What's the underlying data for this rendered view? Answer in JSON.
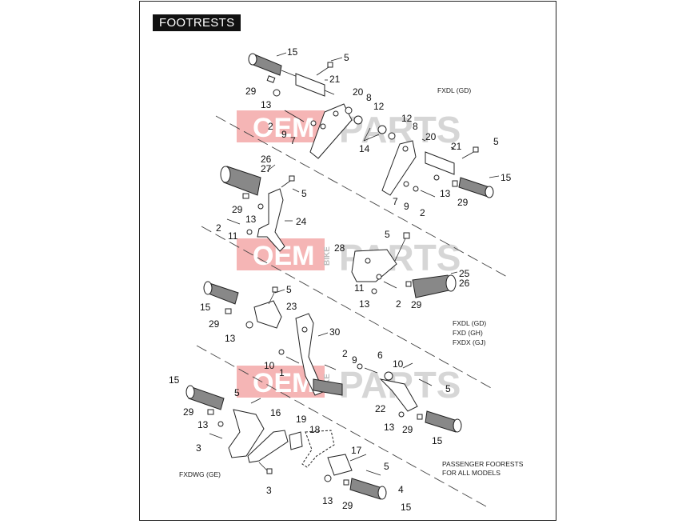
{
  "title": "FOOTRESTS",
  "watermark": {
    "oem": "OEM",
    "bike": "BIKE",
    "parts": "PARTS"
  },
  "notes": {
    "fxdl_gd": "FXDL (GD)",
    "models_l1": "FXDL (GD)",
    "models_l2": "FXD (GH)",
    "models_l3": "FXDX (GJ)",
    "passenger_l1": "PASSENGER FOORESTS",
    "passenger_l2": "FOR ALL MODELS",
    "fxdwg": "FXDWG (GE)"
  },
  "callouts": {
    "c1": "15",
    "c2": "5",
    "c3": "29",
    "c4": "21",
    "c5": "13",
    "c6": "20",
    "c7": "8",
    "c8": "12",
    "c9": "2",
    "c10": "9",
    "c11": "7",
    "c12": "14",
    "c13": "12",
    "c14": "8",
    "c15": "20",
    "c16": "21",
    "c17": "5",
    "c18": "15",
    "c19": "13",
    "c20": "7",
    "c21": "9",
    "c22": "2",
    "c23": "29",
    "c24": "26",
    "c25": "27",
    "c26": "5",
    "c27": "29",
    "c28": "13",
    "c29": "24",
    "c30": "2",
    "c31": "11",
    "c32": "5",
    "c33": "28",
    "c34": "11",
    "c35": "13",
    "c36": "2",
    "c37": "29",
    "c38": "25",
    "c39": "26",
    "c40": "5",
    "c41": "15",
    "c42": "23",
    "c43": "29",
    "c44": "13",
    "c45": "30",
    "c46": "2",
    "c47": "9",
    "c48": "6",
    "c49": "10",
    "c50": "1",
    "c51": "10",
    "c52": "5",
    "c53": "22",
    "c54": "13",
    "c55": "29",
    "c56": "15",
    "c57": "15",
    "c58": "5",
    "c59": "29",
    "c60": "16",
    "c61": "13",
    "c62": "19",
    "c63": "3",
    "c64": "18",
    "c65": "17",
    "c66": "5",
    "c67": "3",
    "c68": "4",
    "c69": "13",
    "c70": "29",
    "c71": "15"
  }
}
